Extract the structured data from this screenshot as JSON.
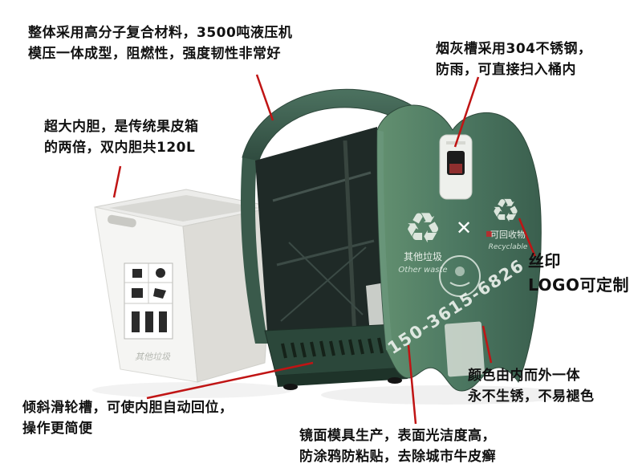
{
  "annotations": {
    "material": "整体采用高分子复合材料，3500吨液压机\n模压一体成型，阻燃性，强度韧性非常好",
    "liner": "超大内胆，是传统果皮箱\n的两倍，双内胆共120L",
    "ashtray": "烟灰槽采用304不锈钢，\n防雨，可直接扫入桶内",
    "logo": "丝印\nLOGO可定制",
    "color": "颜色由内而外一体\n永不生锈，不易褪色",
    "pulley": "倾斜滑轮槽，可使内胆自动回位，\n操作更简便",
    "surface": "镜面模具生产，表面光洁度高，\n防涂鸦防粘贴，去除城市牛皮癣"
  },
  "bin": {
    "phone": "150-3615-6826",
    "labels": {
      "left": "其他垃圾",
      "left_en": "Other waste",
      "right": "可回收物",
      "right_en": "Recyclable",
      "liner": "其他垃圾"
    },
    "icons": {
      "recycle": "♻",
      "x_mark": "✕"
    }
  },
  "colors": {
    "leader_line": "#c01414",
    "shell_green": "#4e7a63",
    "shell_dark": "#3c6150",
    "interior_dark": "#1f2a27",
    "liner_white": "#f5f5f3"
  }
}
